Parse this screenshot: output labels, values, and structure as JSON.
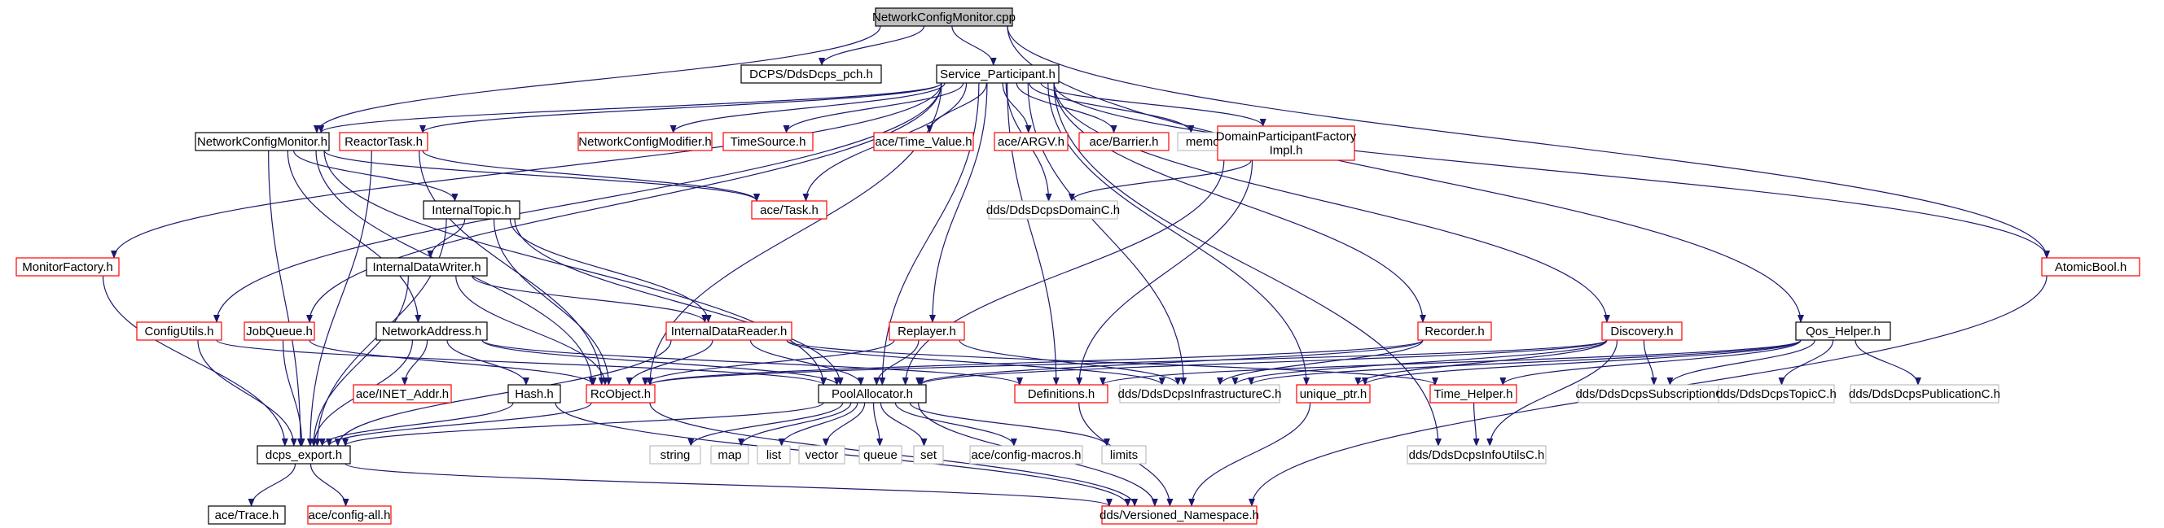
{
  "nodes": [
    {
      "id": "root",
      "label": "NetworkConfigMonitor.cpp",
      "style": "root"
    },
    {
      "id": "pch",
      "label": "DCPS/DdsDcps_pch.h",
      "style": "black"
    },
    {
      "id": "sp",
      "label": "Service_Participant.h",
      "style": "black"
    },
    {
      "id": "ncm",
      "label": "NetworkConfigMonitor.h",
      "style": "black"
    },
    {
      "id": "rtask",
      "label": "ReactorTask.h",
      "style": "red"
    },
    {
      "id": "ncmod",
      "label": "NetworkConfigModifier.h",
      "style": "red"
    },
    {
      "id": "tsrc",
      "label": "TimeSource.h",
      "style": "red"
    },
    {
      "id": "tval",
      "label": "ace/Time_Value.h",
      "style": "red"
    },
    {
      "id": "argv",
      "label": "ace/ARGV.h",
      "style": "red"
    },
    {
      "id": "barrier",
      "label": "ace/Barrier.h",
      "style": "red"
    },
    {
      "id": "memory",
      "label": "memory",
      "style": "gray"
    },
    {
      "id": "dpfi",
      "label": "DomainParticipantFactory\nImpl.h",
      "style": "red"
    },
    {
      "id": "mfact",
      "label": "MonitorFactory.h",
      "style": "red"
    },
    {
      "id": "atomic",
      "label": "AtomicBool.h",
      "style": "red"
    },
    {
      "id": "itopic",
      "label": "InternalTopic.h",
      "style": "black"
    },
    {
      "id": "acetask",
      "label": "ace/Task.h",
      "style": "red"
    },
    {
      "id": "domainc",
      "label": "dds/DdsDcpsDomainC.h",
      "style": "gray"
    },
    {
      "id": "idw",
      "label": "InternalDataWriter.h",
      "style": "black"
    },
    {
      "id": "cfgutils",
      "label": "ConfigUtils.h",
      "style": "red"
    },
    {
      "id": "jobq",
      "label": "JobQueue.h",
      "style": "red"
    },
    {
      "id": "netaddr",
      "label": "NetworkAddress.h",
      "style": "black"
    },
    {
      "id": "idr",
      "label": "InternalDataReader.h",
      "style": "red"
    },
    {
      "id": "replayer",
      "label": "Replayer.h",
      "style": "red"
    },
    {
      "id": "recorder",
      "label": "Recorder.h",
      "style": "red"
    },
    {
      "id": "discovery",
      "label": "Discovery.h",
      "style": "red"
    },
    {
      "id": "qos",
      "label": "Qos_Helper.h",
      "style": "black"
    },
    {
      "id": "inet",
      "label": "ace/INET_Addr.h",
      "style": "red"
    },
    {
      "id": "hash",
      "label": "Hash.h",
      "style": "black"
    },
    {
      "id": "rcobj",
      "label": "RcObject.h",
      "style": "red"
    },
    {
      "id": "pool",
      "label": "PoolAllocator.h",
      "style": "black"
    },
    {
      "id": "defs",
      "label": "Definitions.h",
      "style": "red"
    },
    {
      "id": "infra",
      "label": "dds/DdsDcpsInfrastructureC.h",
      "style": "gray"
    },
    {
      "id": "uptr",
      "label": "unique_ptr.h",
      "style": "red"
    },
    {
      "id": "thelper",
      "label": "Time_Helper.h",
      "style": "red"
    },
    {
      "id": "subc",
      "label": "dds/DdsDcpsSubscriptionC.h",
      "style": "gray"
    },
    {
      "id": "topicc",
      "label": "dds/DdsDcpsTopicC.h",
      "style": "gray"
    },
    {
      "id": "pubc",
      "label": "dds/DdsDcpsPublicationC.h",
      "style": "gray"
    },
    {
      "id": "dcpsexp",
      "label": "dcps_export.h",
      "style": "black"
    },
    {
      "id": "string",
      "label": "string",
      "style": "gray"
    },
    {
      "id": "map",
      "label": "map",
      "style": "gray"
    },
    {
      "id": "list",
      "label": "list",
      "style": "gray"
    },
    {
      "id": "vector",
      "label": "vector",
      "style": "gray"
    },
    {
      "id": "queue",
      "label": "queue",
      "style": "gray"
    },
    {
      "id": "set",
      "label": "set",
      "style": "gray"
    },
    {
      "id": "cfgmacros",
      "label": "ace/config-macros.h",
      "style": "gray"
    },
    {
      "id": "limits",
      "label": "limits",
      "style": "gray"
    },
    {
      "id": "infoutils",
      "label": "dds/DdsDcpsInfoUtilsC.h",
      "style": "gray"
    },
    {
      "id": "trace",
      "label": "ace/Trace.h",
      "style": "black"
    },
    {
      "id": "cfgall",
      "label": "ace/config-all.h",
      "style": "red"
    },
    {
      "id": "versns",
      "label": "dds/Versioned_Namespace.h",
      "style": "red"
    }
  ],
  "edges": [
    [
      "root",
      "pch"
    ],
    [
      "root",
      "sp"
    ],
    [
      "root",
      "ncm"
    ],
    [
      "root",
      "atomic"
    ],
    [
      "root",
      "qos"
    ],
    [
      "sp",
      "rtask"
    ],
    [
      "sp",
      "ncmod"
    ],
    [
      "sp",
      "tsrc"
    ],
    [
      "sp",
      "tval"
    ],
    [
      "sp",
      "argv"
    ],
    [
      "sp",
      "barrier"
    ],
    [
      "sp",
      "memory"
    ],
    [
      "sp",
      "dpfi"
    ],
    [
      "sp",
      "mfact"
    ],
    [
      "sp",
      "atomic"
    ],
    [
      "sp",
      "ncm"
    ],
    [
      "sp",
      "cfgutils"
    ],
    [
      "sp",
      "jobq"
    ],
    [
      "sp",
      "replayer"
    ],
    [
      "sp",
      "recorder"
    ],
    [
      "sp",
      "discovery"
    ],
    [
      "sp",
      "domainc"
    ],
    [
      "sp",
      "rcobj"
    ],
    [
      "sp",
      "pool"
    ],
    [
      "sp",
      "defs"
    ],
    [
      "sp",
      "infra"
    ],
    [
      "sp",
      "uptr"
    ],
    [
      "sp",
      "infoutils"
    ],
    [
      "sp",
      "acetask"
    ],
    [
      "ncm",
      "itopic"
    ],
    [
      "ncm",
      "netaddr"
    ],
    [
      "ncm",
      "acetask"
    ],
    [
      "ncm",
      "rcobj"
    ],
    [
      "ncm",
      "pool"
    ],
    [
      "ncm",
      "dcpsexp"
    ],
    [
      "rtask",
      "acetask"
    ],
    [
      "rtask",
      "dcpsexp"
    ],
    [
      "rtask",
      "rcobj"
    ],
    [
      "dpfi",
      "domainc"
    ],
    [
      "dpfi",
      "pool"
    ],
    [
      "dpfi",
      "defs"
    ],
    [
      "mfact",
      "dcpsexp"
    ],
    [
      "atomic",
      "versns"
    ],
    [
      "itopic",
      "idw"
    ],
    [
      "itopic",
      "idr"
    ],
    [
      "itopic",
      "rcobj"
    ],
    [
      "itopic",
      "pool"
    ],
    [
      "itopic",
      "dcpsexp"
    ],
    [
      "idw",
      "idr"
    ],
    [
      "idw",
      "rcobj"
    ],
    [
      "idw",
      "dcpsexp"
    ],
    [
      "cfgutils",
      "pool"
    ],
    [
      "cfgutils",
      "dcpsexp"
    ],
    [
      "jobq",
      "rcobj"
    ],
    [
      "jobq",
      "dcpsexp"
    ],
    [
      "netaddr",
      "inet"
    ],
    [
      "netaddr",
      "hash"
    ],
    [
      "netaddr",
      "pool"
    ],
    [
      "netaddr",
      "dcpsexp"
    ],
    [
      "netaddr",
      "defs"
    ],
    [
      "idr",
      "rcobj"
    ],
    [
      "idr",
      "pool"
    ],
    [
      "idr",
      "dcpsexp"
    ],
    [
      "idr",
      "infra"
    ],
    [
      "idr",
      "thelper"
    ],
    [
      "replayer",
      "rcobj"
    ],
    [
      "replayer",
      "pool"
    ],
    [
      "replayer",
      "infra"
    ],
    [
      "recorder",
      "rcobj"
    ],
    [
      "recorder",
      "pool"
    ],
    [
      "recorder",
      "infra"
    ],
    [
      "discovery",
      "rcobj"
    ],
    [
      "discovery",
      "pool"
    ],
    [
      "discovery",
      "infra"
    ],
    [
      "discovery",
      "uptr"
    ],
    [
      "discovery",
      "subc"
    ],
    [
      "discovery",
      "infoutils"
    ],
    [
      "qos",
      "thelper"
    ],
    [
      "qos",
      "infra"
    ],
    [
      "qos",
      "subc"
    ],
    [
      "qos",
      "topicc"
    ],
    [
      "qos",
      "pubc"
    ],
    [
      "qos",
      "uptr"
    ],
    [
      "qos",
      "defs"
    ],
    [
      "hash",
      "dcpsexp"
    ],
    [
      "hash",
      "versns"
    ],
    [
      "rcobj",
      "dcpsexp"
    ],
    [
      "rcobj",
      "versns"
    ],
    [
      "pool",
      "string"
    ],
    [
      "pool",
      "map"
    ],
    [
      "pool",
      "list"
    ],
    [
      "pool",
      "vector"
    ],
    [
      "pool",
      "queue"
    ],
    [
      "pool",
      "set"
    ],
    [
      "pool",
      "cfgmacros"
    ],
    [
      "pool",
      "limits"
    ],
    [
      "pool",
      "versns"
    ],
    [
      "pool",
      "dcpsexp"
    ],
    [
      "defs",
      "versns"
    ],
    [
      "uptr",
      "versns"
    ],
    [
      "thelper",
      "infoutils"
    ],
    [
      "dcpsexp",
      "trace"
    ],
    [
      "dcpsexp",
      "cfgall"
    ],
    [
      "dcpsexp",
      "versns"
    ]
  ],
  "colors": {
    "edge": "#191970",
    "black_border": "#000000",
    "red_border": "#ff0000",
    "gray_border": "#bfbfbf",
    "root_fill": "#bfbfbf",
    "fill": "#ffffff",
    "text": "#000000"
  }
}
